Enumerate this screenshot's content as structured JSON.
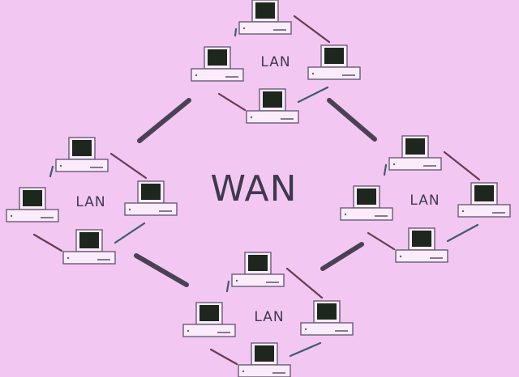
{
  "wan_label": "WAN",
  "lans": [
    {
      "label": "LAN"
    },
    {
      "label": "LAN"
    },
    {
      "label": "LAN"
    },
    {
      "label": "LAN"
    }
  ],
  "colors": {
    "background": "#f2c8f2",
    "ink": "#3e3a4e",
    "screen": "#1d271d",
    "unit_fill": "#fbecfb",
    "unit_edge": "#6a5a78",
    "link_blue": "#3f5a74",
    "link_dark": "#6a3a50",
    "wan_link": "#4a4254"
  },
  "icons": {
    "computer": "desktop-computer-icon"
  }
}
